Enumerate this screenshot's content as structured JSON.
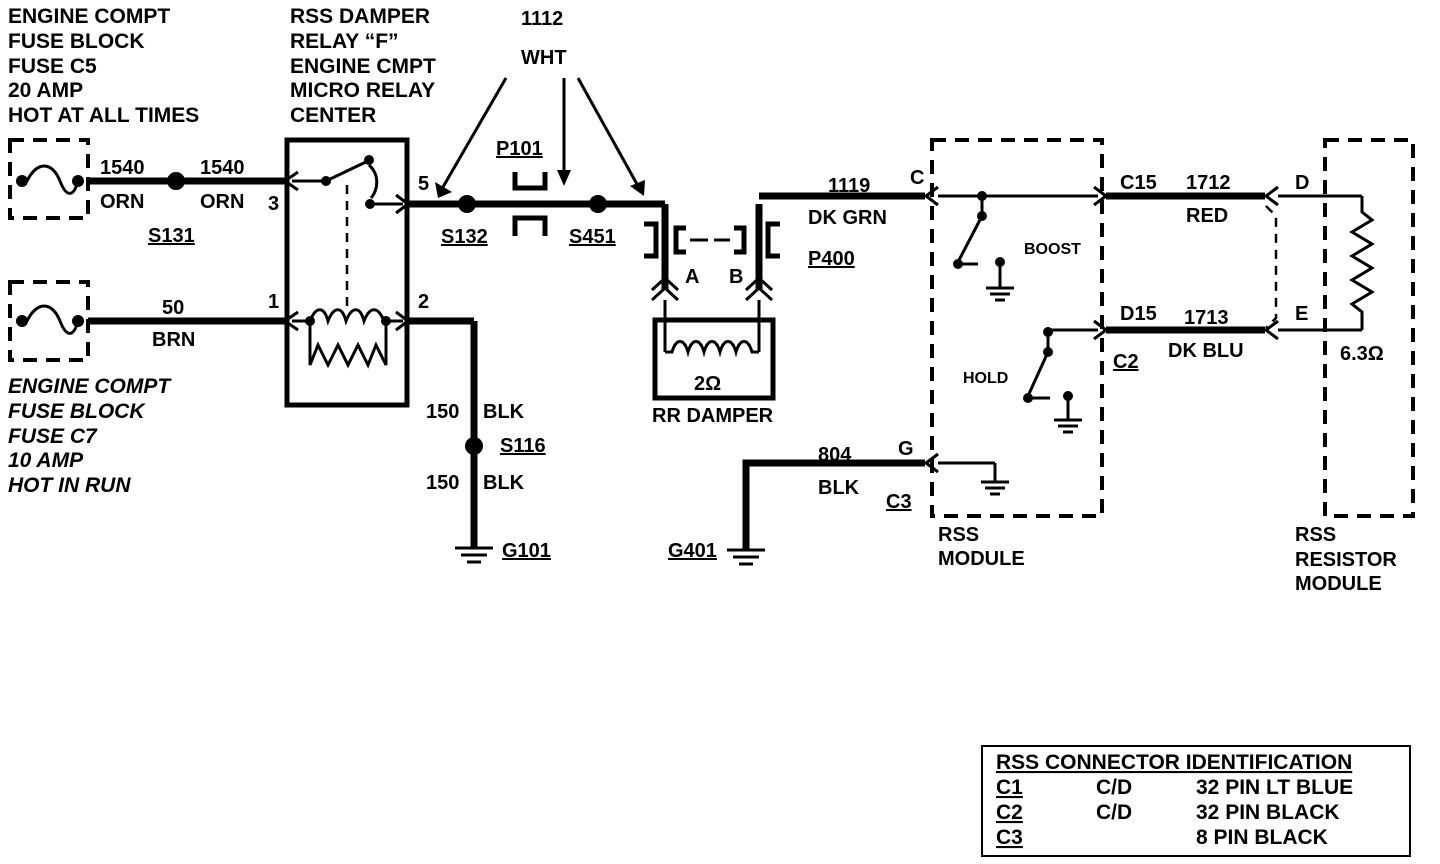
{
  "fuses": {
    "c5": [
      "ENGINE COMPT",
      "FUSE BLOCK",
      "FUSE C5",
      "20 AMP",
      "HOT AT ALL TIMES"
    ],
    "c7": [
      "ENGINE COMPT",
      "FUSE BLOCK",
      "FUSE C7",
      "10 AMP",
      "HOT IN RUN"
    ]
  },
  "relay": {
    "title": [
      "RSS  DAMPER",
      "RELAY “F”",
      "ENGINE  CMPT",
      "MICRO RELAY",
      "CENTER"
    ],
    "pins": [
      "3",
      "5",
      "1",
      "2"
    ]
  },
  "wires": {
    "w1540": "1540",
    "orn": "ORN",
    "w50": "50",
    "brn": "BRN",
    "w1112": "1112",
    "wht": "WHT",
    "w150": "150",
    "blk": "BLK",
    "w1119": "1119",
    "dkgrn": "DK GRN",
    "w804": "804",
    "w1712": "1712",
    "red": "RED",
    "w1713": "1713",
    "dkblu": "DK BLU"
  },
  "splices": {
    "s131": "S131",
    "s132": "S132",
    "s451": "S451",
    "s116": "S116",
    "p101": "P101",
    "p400": "P400"
  },
  "grounds": {
    "g101": "G101",
    "g401": "G401"
  },
  "damper": {
    "pin_a": "A",
    "pin_b": "B",
    "resistance": "2Ω",
    "name": "RR DAMPER"
  },
  "rss_module": {
    "pin_c": "C",
    "pin_g": "G",
    "c3": "C3",
    "c15": "C15",
    "d15": "D15",
    "c2": "C2",
    "boost": "BOOST",
    "hold": "HOLD",
    "name": [
      "RSS",
      "MODULE"
    ]
  },
  "resistor_module": {
    "pin_d": "D",
    "pin_e": "E",
    "resistance": "6.3Ω",
    "name": [
      "RSS",
      "RESISTOR",
      "MODULE"
    ]
  },
  "connector_table": {
    "title": "RSS CONNECTOR IDENTIFICATION",
    "rows": [
      [
        "C1",
        "C/D",
        "32 PIN LT BLUE"
      ],
      [
        "C2",
        "C/D",
        "32 PIN BLACK"
      ],
      [
        "C3",
        "",
        "8 PIN BLACK"
      ]
    ]
  }
}
